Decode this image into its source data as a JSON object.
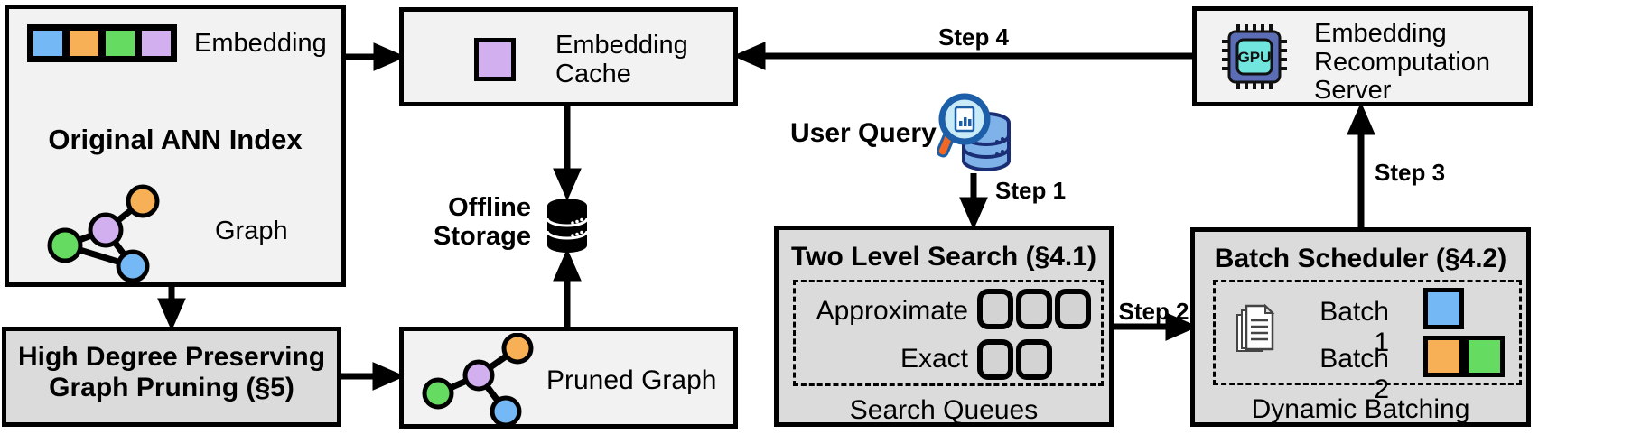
{
  "colors": {
    "blue": "#74B9F5",
    "orange": "#F7B055",
    "green": "#66DB61",
    "purple": "#D2AFEF",
    "box_light": "#F2F2F2",
    "box_dark": "#DBDBDB",
    "slot_fill": "#D3D3D3",
    "chip_body": "#5A6DB5",
    "chip_core": "#70E6DE",
    "query_rim": "#1C5FA8",
    "query_lens": "#C9EAF7",
    "query_handle": "#F26722",
    "query_db_fill": "#7EB2E8",
    "query_db_stroke": "#1A2E75"
  },
  "icons": {
    "embedding_vector": "row-of-colored-squares",
    "graph": "colored-node-graph",
    "offline_storage": "black-database-cylinder",
    "user_query": "magnifier-over-document-with-database",
    "gpu_chip": "gpu-processor-chip",
    "documents": "stacked-pages"
  },
  "ann": {
    "title": "Original ANN Index",
    "embedding_label": "Embedding",
    "graph_label": "Graph",
    "embedding_colors": [
      "blue",
      "orange",
      "green",
      "purple"
    ]
  },
  "pruning": {
    "line1": "High Degree Preserving",
    "line2": "Graph Pruning (§5)"
  },
  "cache": {
    "line1": "Embedding",
    "line2": "Cache",
    "icon_colors": [
      "purple"
    ]
  },
  "storage": {
    "line1": "Offline",
    "line2": "Storage"
  },
  "pruned": {
    "label": "Pruned Graph"
  },
  "query": {
    "label": "User Query"
  },
  "steps": {
    "s1": "Step 1",
    "s2": "Step 2",
    "s3": "Step 3",
    "s4": "Step 4"
  },
  "search": {
    "title": "Two Level Search (§4.1)",
    "approximate_label": "Approximate",
    "exact_label": "Exact",
    "footer": "Search Queues",
    "approximate_slots": 3,
    "exact_slots": 2
  },
  "scheduler": {
    "title": "Batch Scheduler (§4.2)",
    "batch1_label": "Batch 1",
    "batch2_label": "Batch 2",
    "footer": "Dynamic Batching",
    "batch1_colors": [
      "blue"
    ],
    "batch2_colors": [
      "orange",
      "green"
    ]
  },
  "server": {
    "line1": "Embedding",
    "line2": "Recomputation",
    "line3": "Server",
    "chip_label": "GPU"
  }
}
